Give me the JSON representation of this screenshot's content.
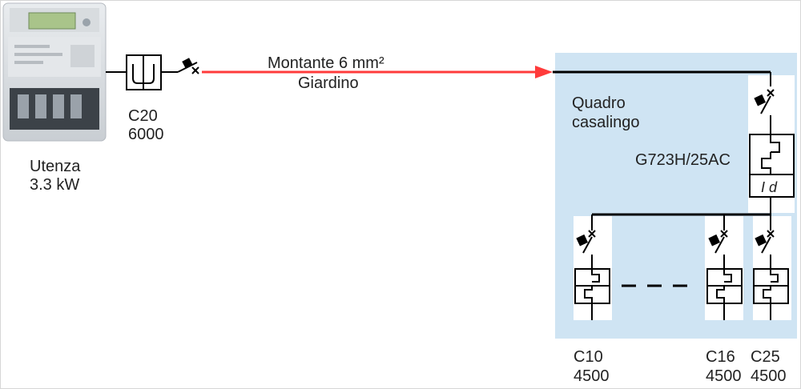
{
  "meter": {
    "label_line1": "Utenza",
    "label_line2": "3.3 kW"
  },
  "main_breaker": {
    "label_line1": "C20",
    "label_line2": "6000"
  },
  "feeder": {
    "label_line1": "Montante 6 mm²",
    "label_line2": "Giardino",
    "color": "#ff3b3b"
  },
  "panel": {
    "label_line1": "Quadro",
    "label_line2": "casalingo",
    "background": "#cfe4f3"
  },
  "rcd": {
    "model": "G723H/25AC",
    "symbol": "I d"
  },
  "circuits": [
    {
      "label_line1": "C10",
      "label_line2": "4500"
    },
    {
      "label_line1": "C16",
      "label_line2": "4500"
    },
    {
      "label_line1": "C25",
      "label_line2": "4500"
    }
  ]
}
